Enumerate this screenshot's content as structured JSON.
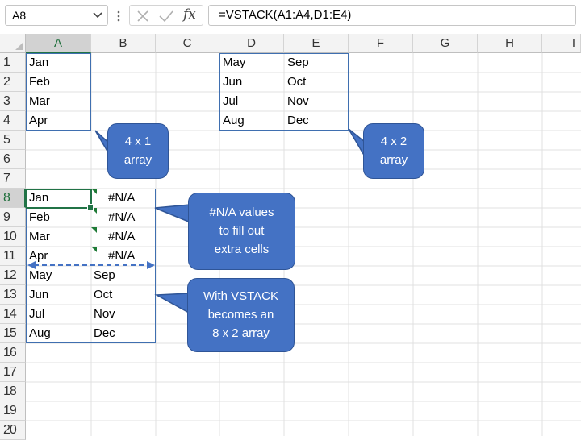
{
  "namebox": {
    "value": "A8"
  },
  "formula_bar": {
    "value": "=VSTACK(A1:A4,D1:E4)",
    "fx_label": "fx"
  },
  "columns": [
    "A",
    "B",
    "C",
    "D",
    "E",
    "F",
    "G",
    "H",
    "I"
  ],
  "rows": [
    "1",
    "2",
    "3",
    "4",
    "5",
    "6",
    "7",
    "8",
    "9",
    "10",
    "11",
    "12",
    "13",
    "14",
    "15",
    "16",
    "17",
    "18",
    "19",
    "20"
  ],
  "cells": {
    "A1": "Jan",
    "A2": "Feb",
    "A3": "Mar",
    "A4": "Apr",
    "D1": "May",
    "E1": "Sep",
    "D2": "Jun",
    "E2": "Oct",
    "D3": "Jul",
    "E3": "Nov",
    "D4": "Aug",
    "E4": "Dec",
    "A8": "Jan",
    "B8": "#N/A",
    "A9": "Feb",
    "B9": "#N/A",
    "A10": "Mar",
    "B10": "#N/A",
    "A11": "Apr",
    "B11": "#N/A",
    "A12": "May",
    "B12": "Sep",
    "A13": "Jun",
    "B13": "Oct",
    "A14": "Jul",
    "B14": "Nov",
    "A15": "Aug",
    "B15": "Dec"
  },
  "callouts": {
    "c1": {
      "line1": "4 x 1",
      "line2": "array"
    },
    "c2": {
      "line1": "4 x 2",
      "line2": "array"
    },
    "c3": {
      "line1": "#N/A values",
      "line2": "to fill out",
      "line3": "extra cells"
    },
    "c4": {
      "line1": "With VSTACK",
      "line2": "becomes an",
      "line3": "8 x 2 array"
    }
  },
  "colors": {
    "accent": "#217346",
    "callout": "#4472c4",
    "border": "#3f6fb0"
  }
}
